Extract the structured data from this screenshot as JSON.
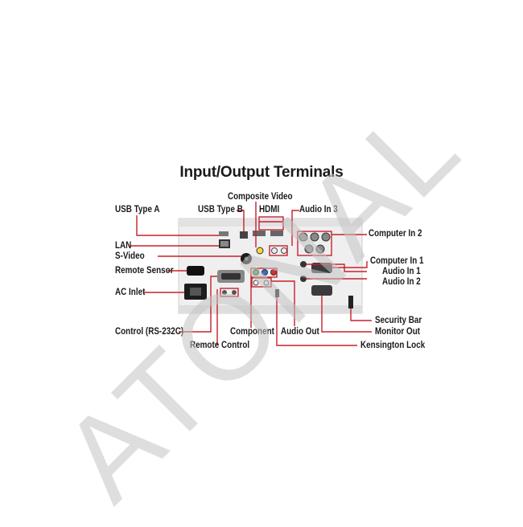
{
  "title": "Input/Output Terminals",
  "watermark": "ATONAL",
  "colors": {
    "callout_line": "#c8202c",
    "panel": "#ededed",
    "text": "#1a1a1a"
  },
  "labels": {
    "usb_type_a": "USB Type A",
    "usb_type_b": "USB Type B",
    "composite_video": "Composite Video",
    "hdmi": "HDMI",
    "audio_in_3": "Audio In 3",
    "computer_in_2": "Computer In 2",
    "lan": "LAN",
    "s_video": "S-Video",
    "computer_in_1": "Computer In 1",
    "remote_sensor": "Remote Sensor",
    "audio_in_1": "Audio In 1",
    "audio_in_2": "Audio In 2",
    "ac_inlet": "AC Inlet",
    "security_bar": "Security Bar",
    "control_rs232c": "Control (RS-232C)",
    "component": "Component",
    "audio_out": "Audio Out",
    "monitor_out": "Monitor Out",
    "remote_control": "Remote Control",
    "kensington_lock": "Kensington Lock"
  }
}
